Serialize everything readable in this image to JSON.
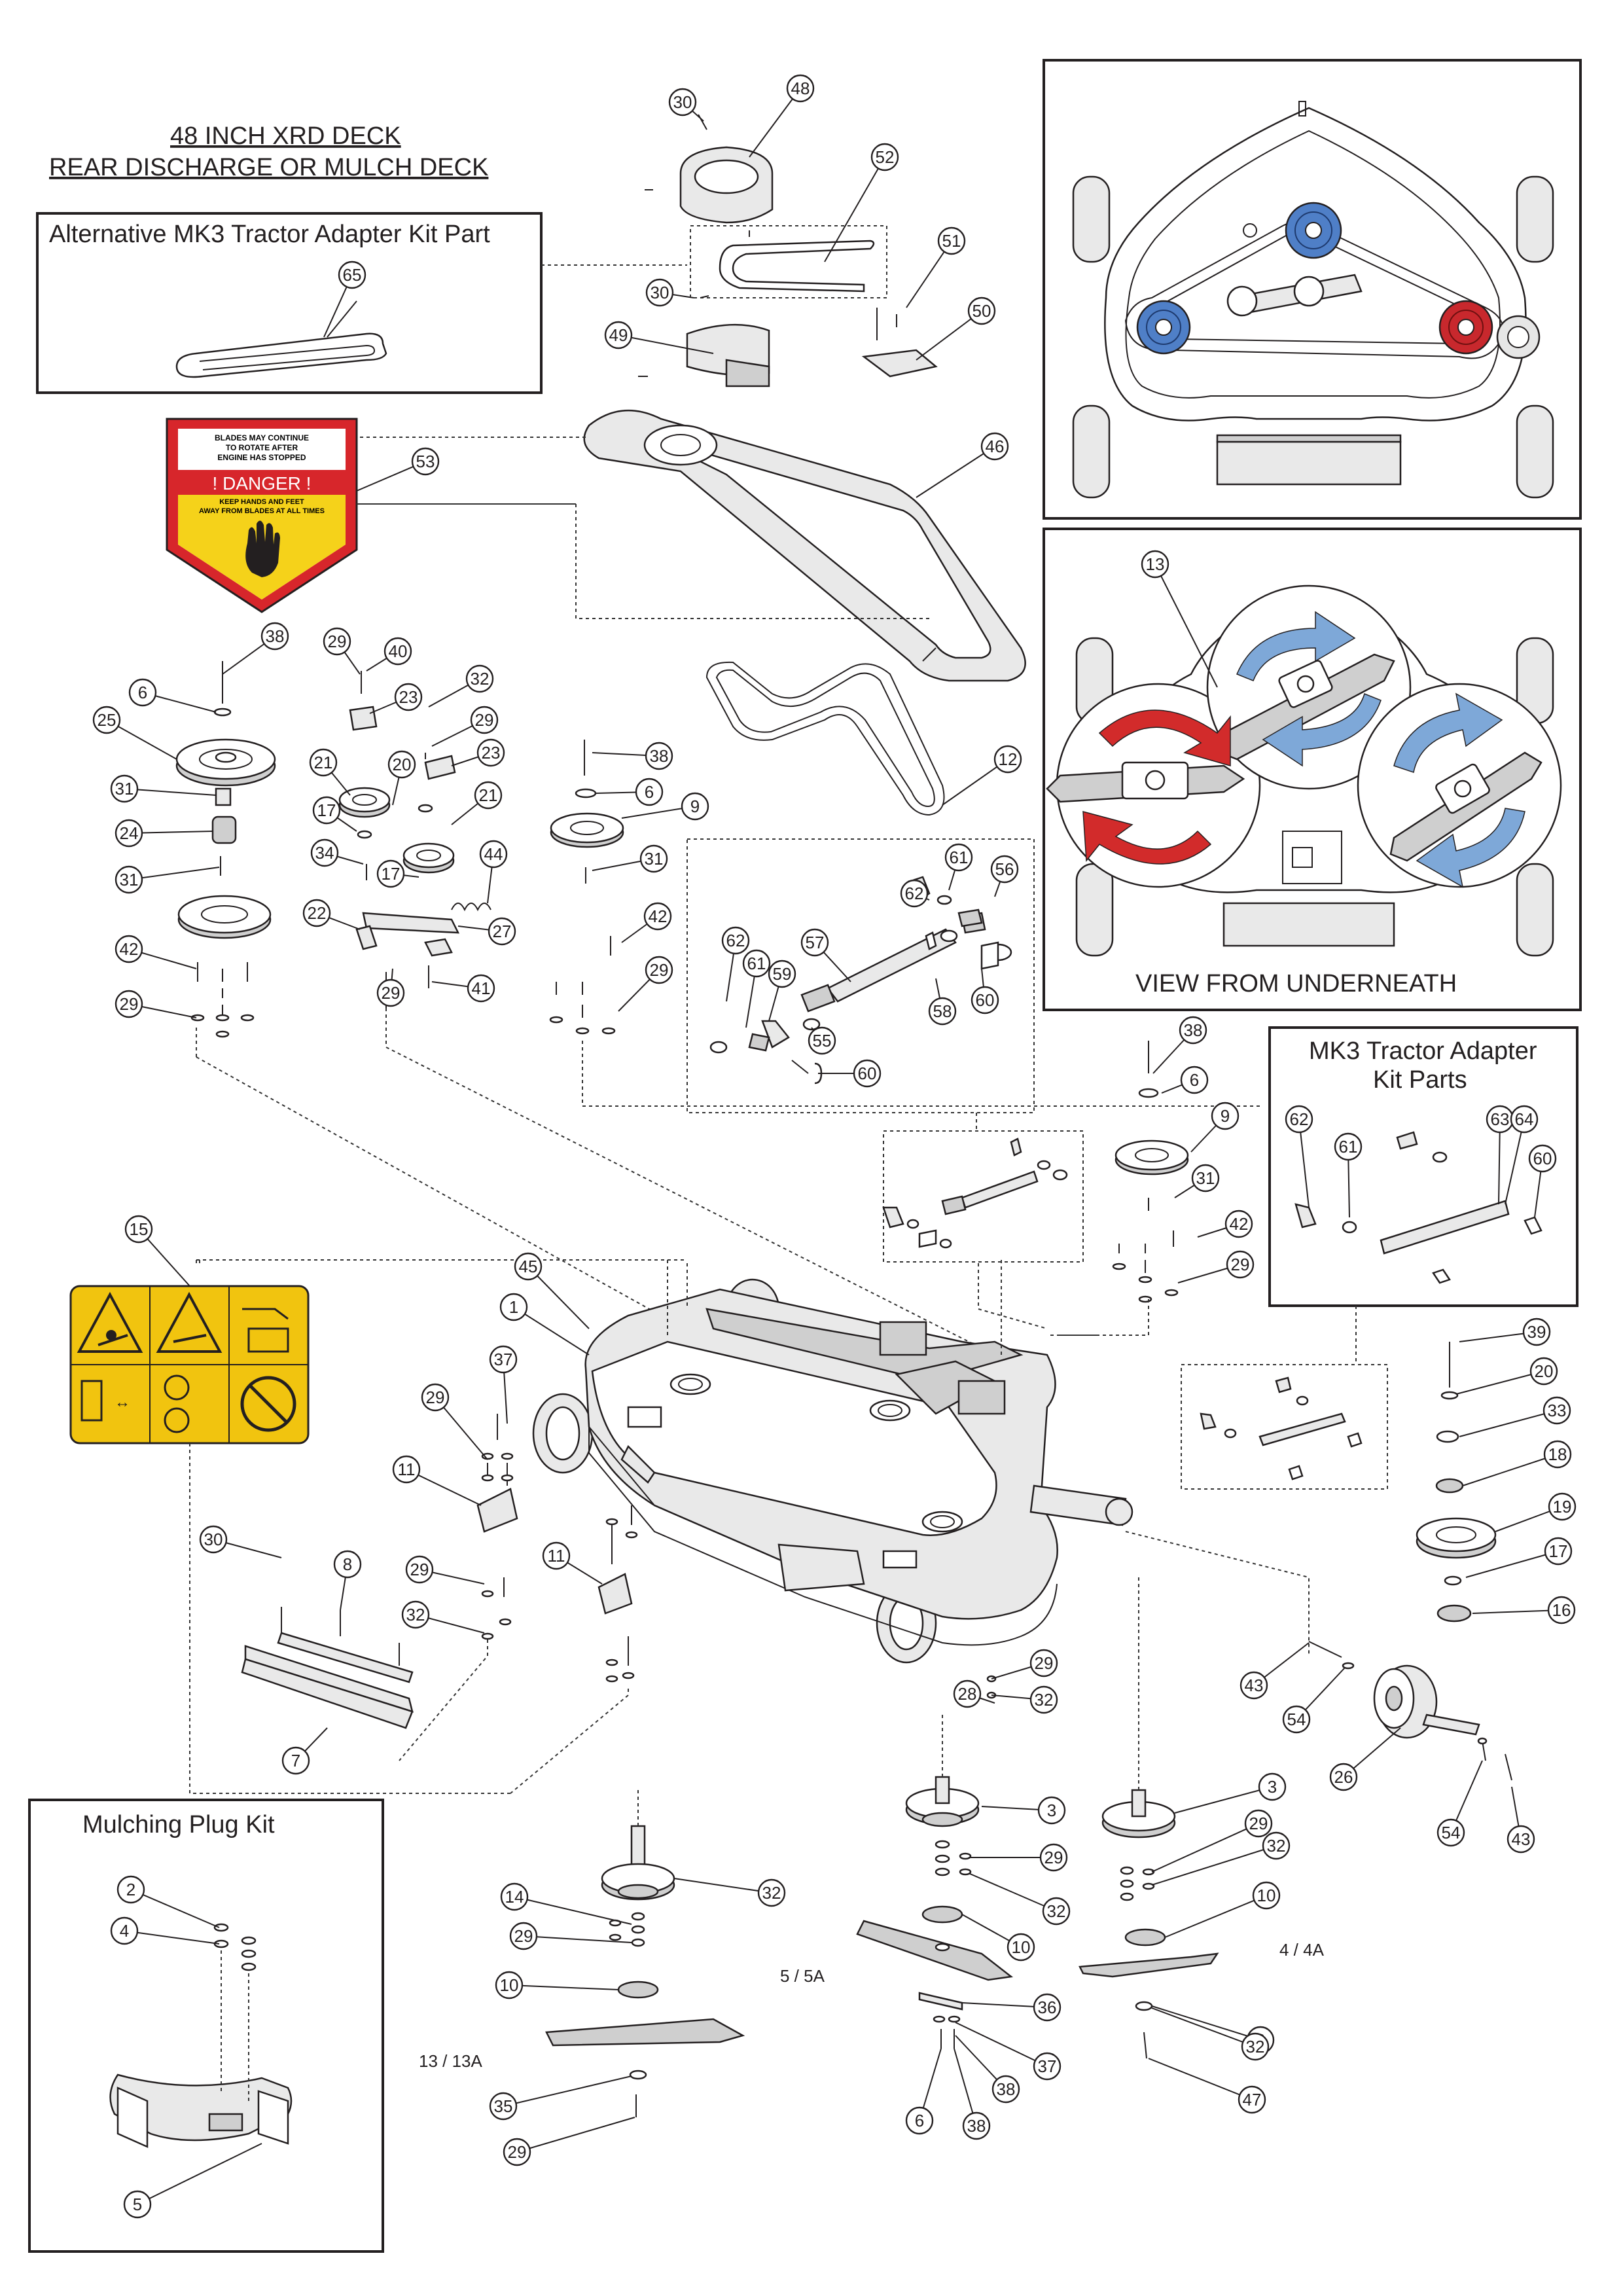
{
  "title": {
    "line1": "48 INCH XRD DECK",
    "line2": "REAR DISCHARGE OR MULCH DECK"
  },
  "boxes": {
    "alternative_kit": "Alternative MK3 Tractor Adapter Kit Part",
    "mk3_kit_line1": "MK3 Tractor Adapter",
    "mk3_kit_line2": "Kit Parts",
    "mulching_kit": "Mulching Plug Kit",
    "view_underneath": "VIEW FROM UNDERNEATH"
  },
  "danger_decal": {
    "line1": "BLADES MAY CONTINUE",
    "line2": "TO ROTATE AFTER",
    "line3": "ENGINE HAS STOPPED",
    "danger": "! DANGER !",
    "line4": "KEEP HANDS AND FEET",
    "line5": "AWAY FROM BLADES AT ALL TIMES",
    "colors": {
      "red": "#d7262b",
      "yellow": "#f5d21a",
      "black": "#231f20"
    }
  },
  "blade_labels": {
    "b13": "13 / 13A",
    "b5": "5 / 5A",
    "b4": "4 / 4A"
  },
  "callouts": [
    "30",
    "48",
    "52",
    "51",
    "50",
    "30",
    "49",
    "65",
    "53",
    "46",
    "12",
    "38",
    "6",
    "25",
    "31",
    "24",
    "31",
    "42",
    "29",
    "29",
    "40",
    "23",
    "32",
    "29",
    "23",
    "21",
    "20",
    "17",
    "21",
    "34",
    "17",
    "44",
    "22",
    "27",
    "29",
    "41",
    "38",
    "6",
    "9",
    "31",
    "42",
    "29",
    "62",
    "61",
    "56",
    "57",
    "59",
    "61",
    "58",
    "60",
    "55",
    "60",
    "62",
    "38",
    "6",
    "9",
    "31",
    "42",
    "29",
    "62",
    "61",
    "63",
    "64",
    "60",
    "15",
    "45",
    "1",
    "37",
    "29",
    "11",
    "30",
    "8",
    "29",
    "32",
    "11",
    "7",
    "39",
    "20",
    "33",
    "18",
    "19",
    "17",
    "16",
    "29",
    "32",
    "43",
    "54",
    "28",
    "26",
    "54",
    "43",
    "3",
    "3",
    "29",
    "32",
    "29",
    "32",
    "14",
    "29",
    "32",
    "10",
    "10",
    "10",
    "6",
    "35",
    "36",
    "37",
    "38",
    "47",
    "6",
    "38",
    "32",
    "29",
    "2",
    "4",
    "5",
    "13"
  ],
  "colors": {
    "blade_red": "#d22b2b",
    "blade_blue": "#7ea8d8",
    "pulley_blue": "#4f7fc7",
    "pulley_red": "#c8282d",
    "warning_yellow": "#f1c40f"
  }
}
